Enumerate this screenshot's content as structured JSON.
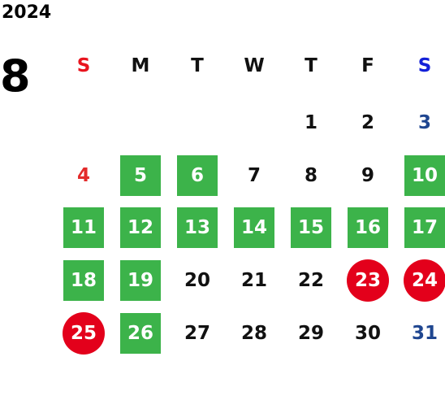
{
  "year": "2024",
  "month": "8",
  "weekdays": [
    {
      "label": "S",
      "type": "sun"
    },
    {
      "label": "M",
      "type": ""
    },
    {
      "label": "T",
      "type": ""
    },
    {
      "label": "W",
      "type": ""
    },
    {
      "label": "T",
      "type": ""
    },
    {
      "label": "F",
      "type": ""
    },
    {
      "label": "S",
      "type": "sat"
    }
  ],
  "weeks": [
    [
      null,
      null,
      null,
      null,
      {
        "day": "1",
        "style": ""
      },
      {
        "day": "2",
        "style": ""
      },
      {
        "day": "3",
        "style": "saturday"
      }
    ],
    [
      {
        "day": "4",
        "style": "sunday"
      },
      {
        "day": "5",
        "style": "green"
      },
      {
        "day": "6",
        "style": "green"
      },
      {
        "day": "7",
        "style": ""
      },
      {
        "day": "8",
        "style": ""
      },
      {
        "day": "9",
        "style": ""
      },
      {
        "day": "10",
        "style": "green"
      }
    ],
    [
      {
        "day": "11",
        "style": "green"
      },
      {
        "day": "12",
        "style": "green"
      },
      {
        "day": "13",
        "style": "green"
      },
      {
        "day": "14",
        "style": "green"
      },
      {
        "day": "15",
        "style": "green"
      },
      {
        "day": "16",
        "style": "green"
      },
      {
        "day": "17",
        "style": "green"
      }
    ],
    [
      {
        "day": "18",
        "style": "green"
      },
      {
        "day": "19",
        "style": "green"
      },
      {
        "day": "20",
        "style": ""
      },
      {
        "day": "21",
        "style": ""
      },
      {
        "day": "22",
        "style": ""
      },
      {
        "day": "23",
        "style": "red"
      },
      {
        "day": "24",
        "style": "red"
      }
    ],
    [
      {
        "day": "25",
        "style": "red"
      },
      {
        "day": "26",
        "style": "green"
      },
      {
        "day": "27",
        "style": ""
      },
      {
        "day": "28",
        "style": ""
      },
      {
        "day": "29",
        "style": ""
      },
      {
        "day": "30",
        "style": ""
      },
      {
        "day": "31",
        "style": "saturday"
      }
    ]
  ],
  "colors": {
    "green_highlight": "#3cb34a",
    "red_highlight": "#e3001b",
    "sunday_text": "#e32b2b",
    "saturday_text": "#1f4690",
    "sunday_header": "#e8141e",
    "saturday_header": "#1320d8"
  }
}
